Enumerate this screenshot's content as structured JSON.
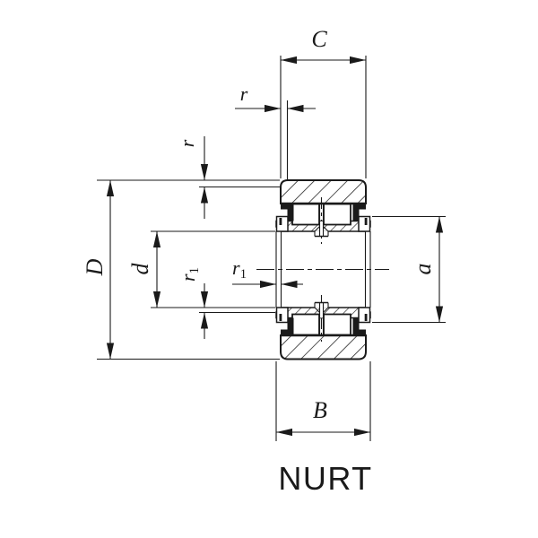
{
  "page": {
    "background": "#ffffff",
    "ink_color": "#1a1a1a"
  },
  "figure": {
    "caption": "NURT",
    "dims": {
      "C": "C",
      "B": "B",
      "D": "D",
      "d": "d",
      "a": "a",
      "r": "r",
      "r1_base": "r",
      "r1_sub": "1"
    }
  }
}
